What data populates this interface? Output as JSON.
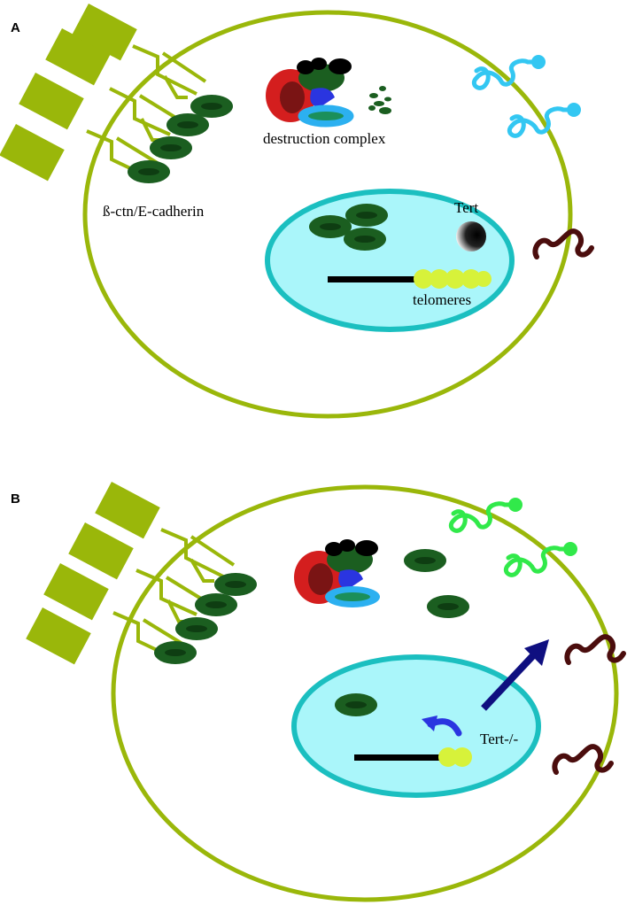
{
  "panel_a": {
    "letter": "A",
    "labels": {
      "destruction_complex": "destruction complex",
      "bcatenin": "ß-ctn/E-cadherin",
      "tert": "Tert",
      "telomeres": "telomeres"
    }
  },
  "panel_b": {
    "letter": "B",
    "labels": {
      "tert_ko": "Tert-/-"
    }
  },
  "colors": {
    "membrane": "#9ab70a",
    "nucleus_fill": "#aaf6fa",
    "nucleus_border": "#1bbfc0",
    "bcatenin": "#1b5e20",
    "wnt_a": "#33c7f2",
    "wnt_b": "#31e94a",
    "receptor": "#4b0d0d",
    "telomere": "#d7f23a",
    "arrow": "#0f0f80"
  }
}
